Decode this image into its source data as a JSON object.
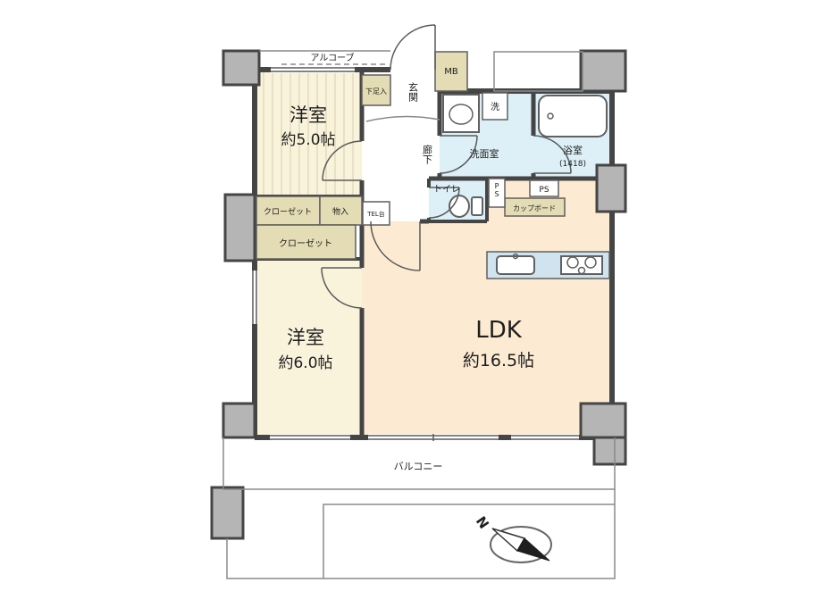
{
  "colors": {
    "wall": "#454545",
    "bedroom_fill": "#faf3dc",
    "bedroom_stripe": "#e8e1c6",
    "ldk_fill": "#fcebd2",
    "wet_fill": "#def0f7",
    "tan_fill": "#e3dcb4",
    "gray_block": "#b5b5b5",
    "counter_fill": "#cfe4ee"
  },
  "labels": {
    "alcove": "アルコーブ",
    "mb": "MB",
    "shoe_box": "下足入",
    "entrance": "玄関",
    "hallway": "廊下",
    "washroom": "洗面室",
    "washer": "洗",
    "bathroom": "浴室",
    "bathroom_size": "(1418)",
    "toilet": "トイレ",
    "ps1": "PS",
    "ps2": "PS",
    "cupboard": "カップボード",
    "closet1": "クローゼット",
    "storage": "物入",
    "closet2": "クローゼット",
    "tel_stand": "TEL台",
    "bedroom1": "洋室",
    "bedroom1_size": "約5.0帖",
    "bedroom2": "洋室",
    "bedroom2_size": "約6.0帖",
    "ldk": "LDK",
    "ldk_size": "約16.5帖",
    "balcony": "バルコニー",
    "compass_north": "N"
  }
}
